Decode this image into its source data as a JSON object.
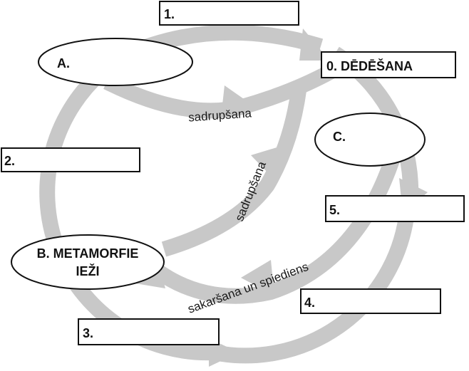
{
  "diagram": {
    "boxes": {
      "box1": "1.",
      "box0": "0. DĒDĒŠANA",
      "box2": "2.",
      "box5": "5.",
      "box4": "4.",
      "box3": "3."
    },
    "ellipses": {
      "a": "A.",
      "c": "C.",
      "b_line1": "B. METAMORFIE",
      "b_line2": "IEŽI"
    },
    "flow_labels": {
      "sadrupsana_top": "sadrupšana",
      "sadrupsana_diag": "sadrupšana",
      "sakarsana": "sakaršana un spiediens"
    },
    "colors": {
      "arrow_gray": "#c8c8c8",
      "outline": "#111111"
    }
  }
}
